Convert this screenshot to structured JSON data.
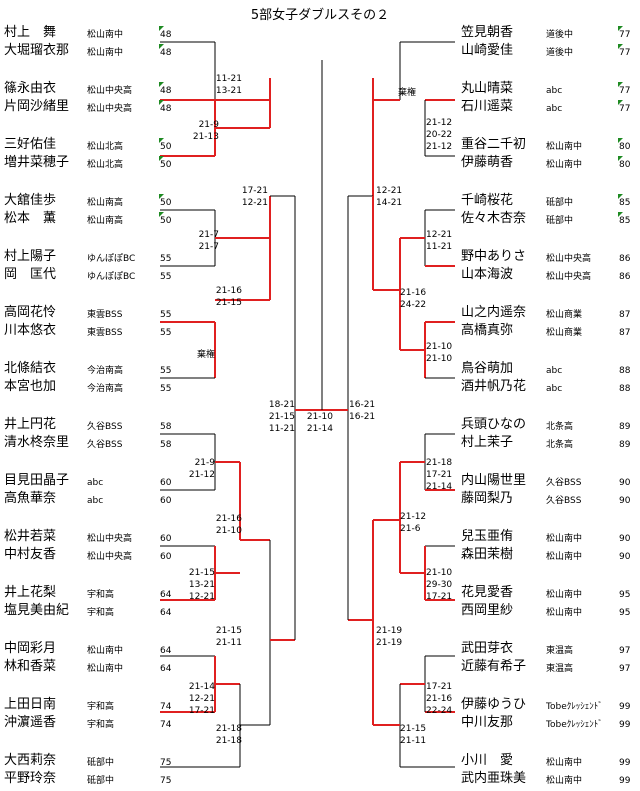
{
  "title": "5部女子ダブルスその２",
  "left_teams": [
    {
      "p1": "村上　舞",
      "p2": "大堀瑠衣那",
      "club": "松山南中",
      "num": "48"
    },
    {
      "p1": "篠永由衣",
      "p2": "片岡沙緒里",
      "club": "松山中央高",
      "num": "48"
    },
    {
      "p1": "三好佑佳",
      "p2": "増井菜穂子",
      "club": "松山北高",
      "num": "50"
    },
    {
      "p1": "大舘佳歩",
      "p2": "松本　薫",
      "club": "松山南高",
      "num": "50"
    },
    {
      "p1": "村上陽子",
      "p2": "岡　匡代",
      "club": "ゆんぽぽBC",
      "num": "55"
    },
    {
      "p1": "高岡花怜",
      "p2": "川本悠衣",
      "club": "東雲BSS",
      "num": "55"
    },
    {
      "p1": "北條結衣",
      "p2": "本宮也加",
      "club": "今治南高",
      "num": "55"
    },
    {
      "p1": "井上円花",
      "p2": "清水柊奈里",
      "club": "久谷BSS",
      "num": "58"
    },
    {
      "p1": "目見田晶子",
      "p2": "高魚華奈",
      "club": "abc",
      "num": "60"
    },
    {
      "p1": "松井若菜",
      "p2": "中村友香",
      "club": "松山中央高",
      "num": "60"
    },
    {
      "p1": "井上花梨",
      "p2": "塩見美由紀",
      "club": "宇和高",
      "num": "64"
    },
    {
      "p1": "中岡彩月",
      "p2": "林和香菜",
      "club": "松山南中",
      "num": "64"
    },
    {
      "p1": "上田日南",
      "p2": "沖濵遥香",
      "club": "宇和高",
      "num": "74"
    },
    {
      "p1": "大西莉奈",
      "p2": "平野玲奈",
      "club": "砥部中",
      "num": "75"
    }
  ],
  "right_teams": [
    {
      "p1": "笠見朝香",
      "p2": "山崎愛佳",
      "club": "道後中",
      "num": "77"
    },
    {
      "p1": "丸山晴菜",
      "p2": "石川遥菜",
      "club": "abc",
      "num": "77"
    },
    {
      "p1": "重谷二千初",
      "p2": "伊藤萌香",
      "club": "松山南中",
      "num": "80"
    },
    {
      "p1": "千崎桜花",
      "p2": "佐々木杏奈",
      "club": "砥部中",
      "num": "85"
    },
    {
      "p1": "野中ありさ",
      "p2": "山本海波",
      "club": "松山中央高",
      "num": "86"
    },
    {
      "p1": "山之内遥奈",
      "p2": "高橋真弥",
      "club": "松山商業",
      "num": "87"
    },
    {
      "p1": "鳥谷萌加",
      "p2": "酒井帆乃花",
      "club": "abc",
      "num": "88"
    },
    {
      "p1": "兵頭ひなの",
      "p2": "村上茉子",
      "club": "北条高",
      "num": "89"
    },
    {
      "p1": "内山陽世里",
      "p2": "藤岡梨乃",
      "club": "久谷BSS",
      "num": "90"
    },
    {
      "p1": "兒玉亜侑",
      "p2": "森田茉樹",
      "club": "松山南中",
      "num": "90"
    },
    {
      "p1": "花見愛香",
      "p2": "西岡里紗",
      "club": "松山南中",
      "num": "95"
    },
    {
      "p1": "武田芽衣",
      "p2": "近藤有希子",
      "club": "東温高",
      "num": "97"
    },
    {
      "p1": "伊藤ゆうひ",
      "p2": "中川友那",
      "club": "Tobeｸﾚｯｼｪﾝﾄﾞ",
      "num": "99"
    },
    {
      "p1": "小川　愛",
      "p2": "武内亜珠美",
      "club": "松山南中",
      "num": "99"
    }
  ],
  "left_scores": [
    [
      "11-21",
      "13-21"
    ],
    [
      "21-9",
      "21-13"
    ],
    [
      "17-21",
      "12-21"
    ],
    [
      "21-7",
      "21-7"
    ],
    [
      "21-16",
      "21-15"
    ],
    [
      "棄権"
    ],
    [
      "18-21",
      "21-15",
      "11-21"
    ],
    [
      "21-9",
      "21-12"
    ],
    [
      "21-16",
      "21-10"
    ],
    [
      "21-15",
      "13-21",
      "12-21"
    ],
    [
      "21-15",
      "21-11"
    ],
    [
      "21-14",
      "12-21",
      "17-21"
    ],
    [
      "21-18",
      "21-18"
    ]
  ],
  "right_scores": [
    [
      "棄権"
    ],
    [
      "21-12",
      "20-22",
      "21-12"
    ],
    [
      "12-21",
      "14-21"
    ],
    [
      "12-21",
      "11-21"
    ],
    [
      "21-16",
      "24-22"
    ],
    [
      "21-10",
      "21-10"
    ],
    [
      "16-21",
      "16-21"
    ],
    [
      "21-18",
      "17-21",
      "21-14"
    ],
    [
      "21-12",
      "21-6"
    ],
    [
      "21-10",
      "29-30",
      "17-21"
    ],
    [
      "21-19",
      "21-19"
    ],
    [
      "17-21",
      "21-16",
      "22-24"
    ],
    [
      "21-15",
      "21-11"
    ]
  ],
  "final_scores": [
    "21-10",
    "21-14"
  ]
}
